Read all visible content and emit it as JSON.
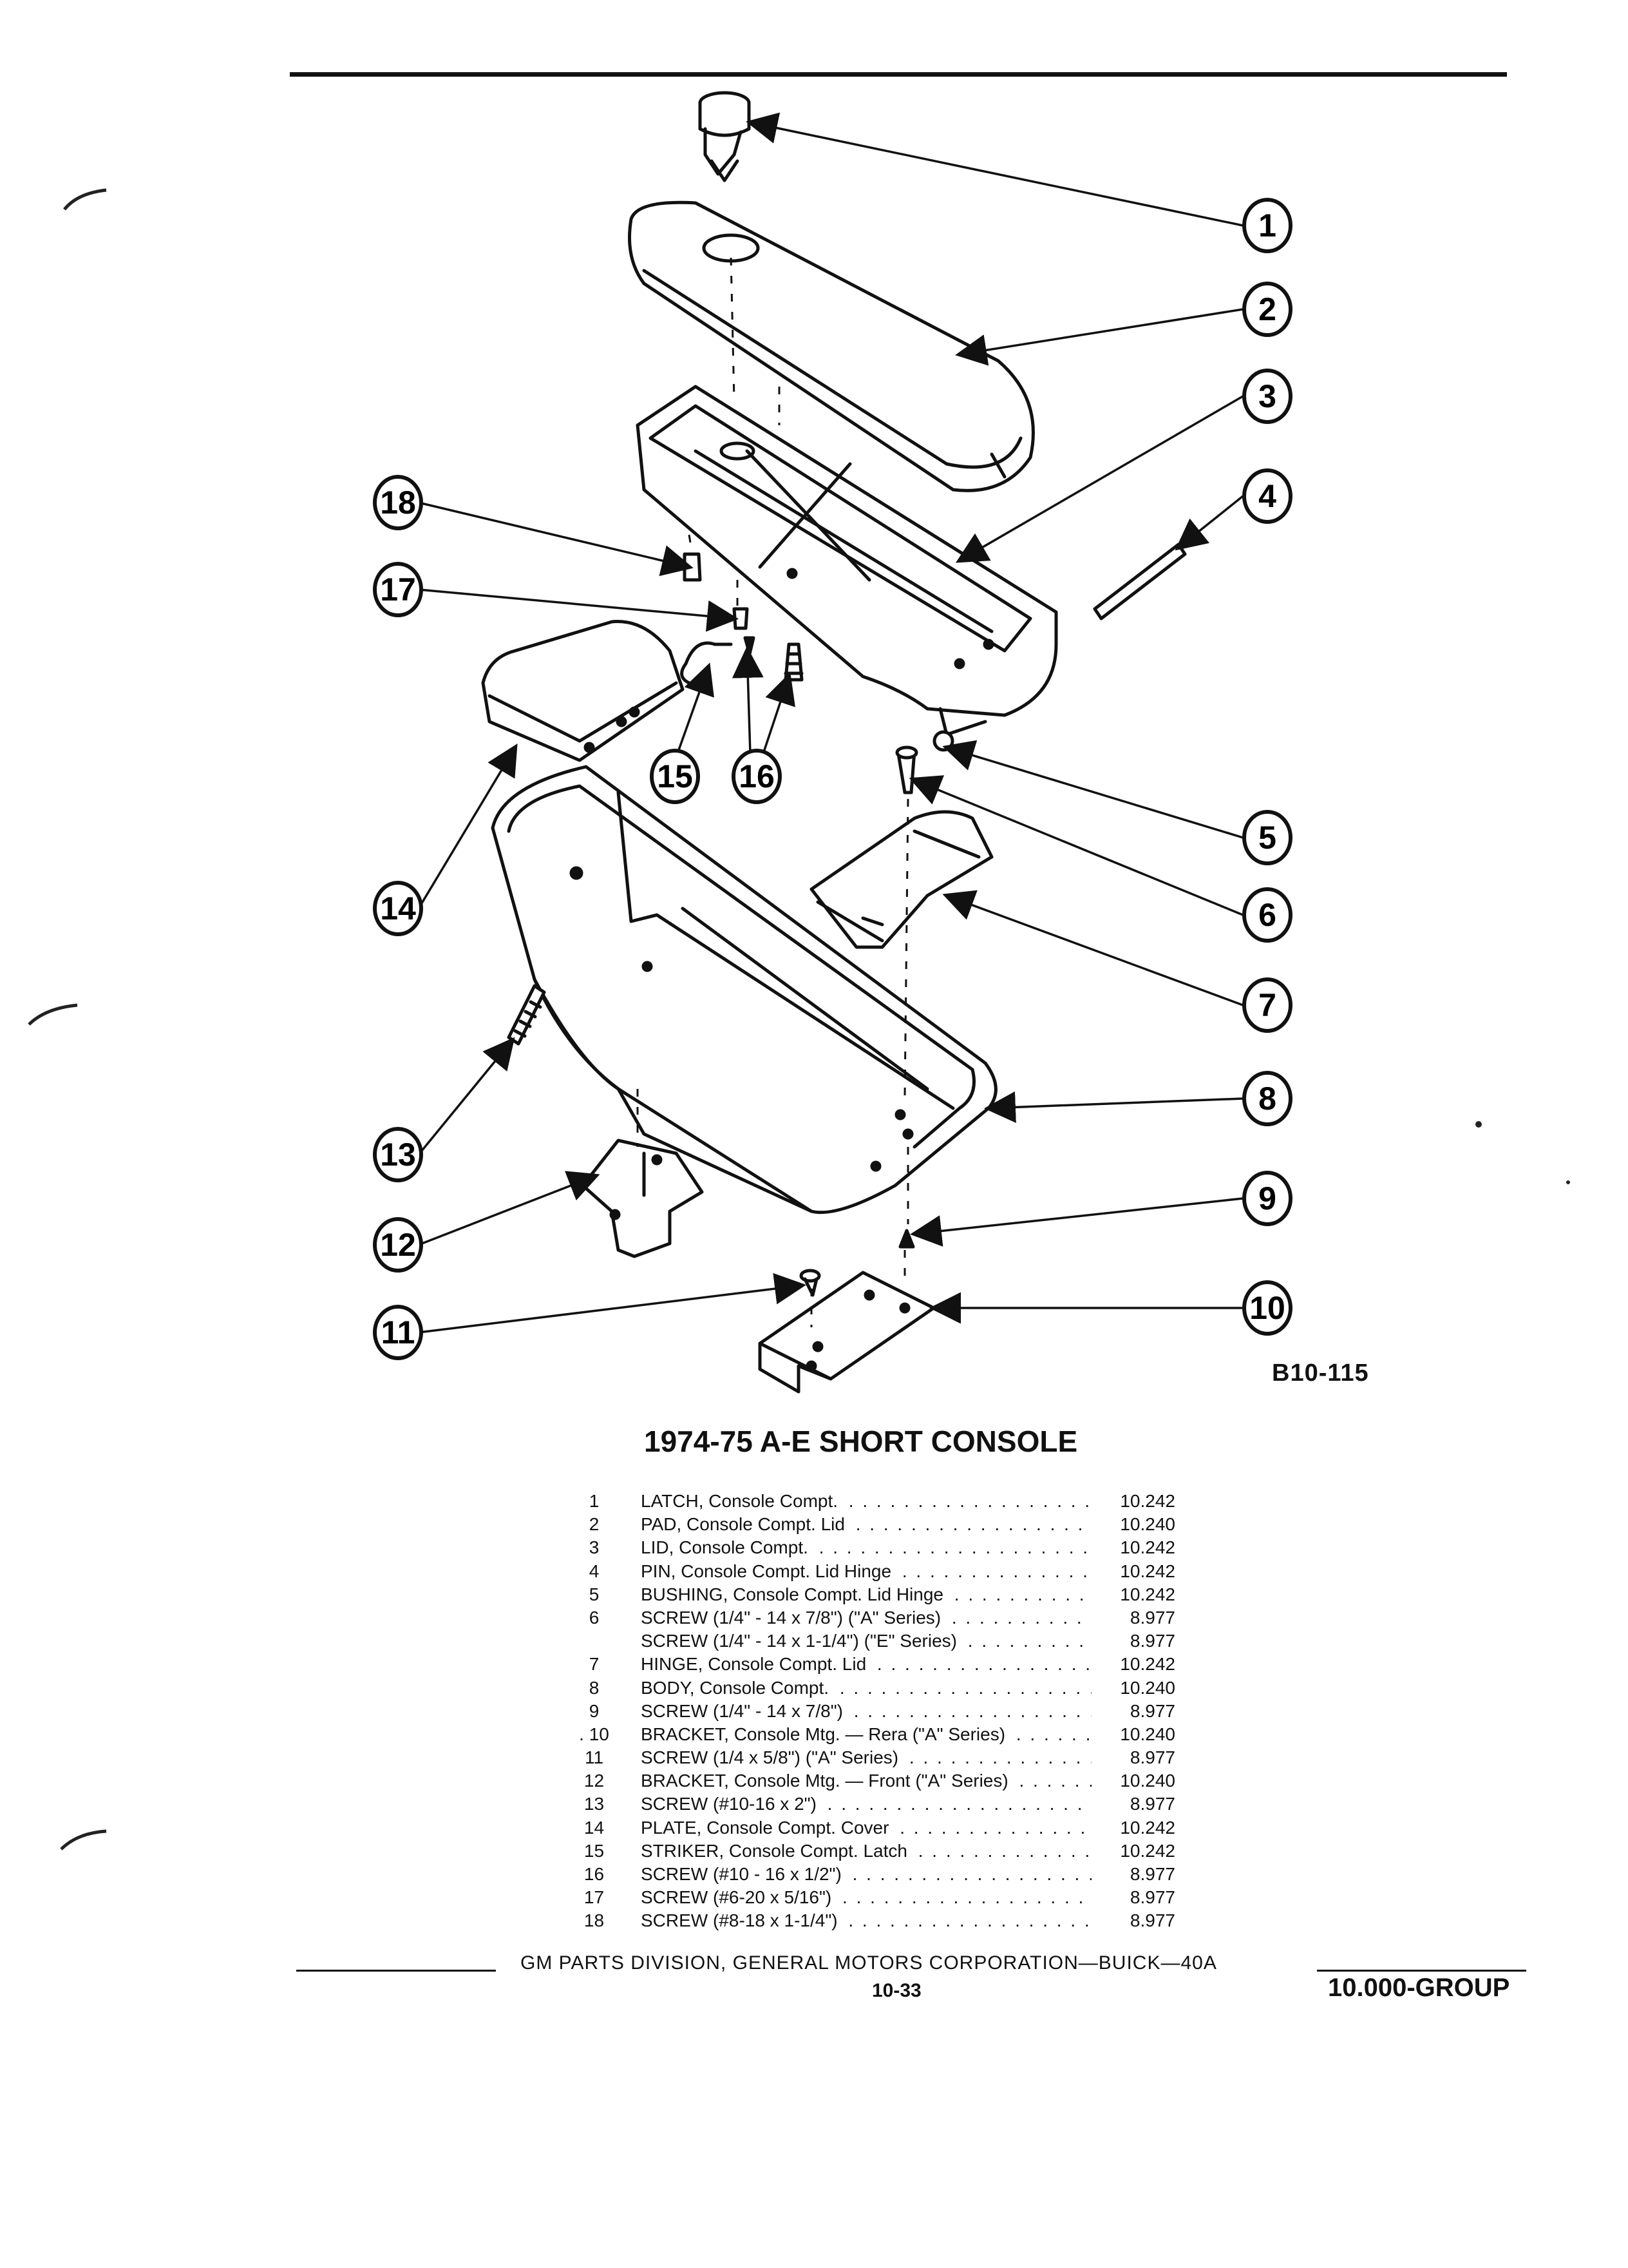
{
  "figure_code": "B10-115",
  "title": "1974-75 A-E SHORT CONSOLE",
  "callouts": [
    "1",
    "2",
    "3",
    "4",
    "5",
    "6",
    "7",
    "8",
    "9",
    "10",
    "11",
    "12",
    "13",
    "14",
    "15",
    "16",
    "17",
    "18"
  ],
  "parts": [
    {
      "num": "1",
      "desc": "LATCH, Console Compt.",
      "ref": "10.242"
    },
    {
      "num": "2",
      "desc": "PAD, Console Compt. Lid",
      "ref": "10.240"
    },
    {
      "num": "3",
      "desc": "LID, Console Compt.",
      "ref": "10.242"
    },
    {
      "num": "4",
      "desc": "PIN, Console Compt. Lid Hinge",
      "ref": "10.242"
    },
    {
      "num": "5",
      "desc": "BUSHING, Console Compt. Lid Hinge",
      "ref": "10.242"
    },
    {
      "num": "6",
      "desc": "SCREW (1/4\" - 14 x 7/8\") (\"A\" Series)",
      "ref": "8.977"
    },
    {
      "num": "",
      "desc": "SCREW (1/4\" - 14 x 1-1/4\") (\"E\" Series)",
      "ref": "8.977"
    },
    {
      "num": "7",
      "desc": "HINGE, Console Compt. Lid",
      "ref": "10.242"
    },
    {
      "num": "8",
      "desc": "BODY, Console Compt.",
      "ref": "10.240"
    },
    {
      "num": "9",
      "desc": "SCREW (1/4\" - 14 x 7/8\")",
      "ref": "8.977"
    },
    {
      "num": ". 10",
      "desc": "BRACKET, Console Mtg. — Rera (\"A\" Series)",
      "ref": "10.240"
    },
    {
      "num": "11",
      "desc": "SCREW (1/4 x 5/8\") (\"A\" Series)",
      "ref": "8.977"
    },
    {
      "num": "12",
      "desc": "BRACKET, Console Mtg. — Front (\"A\" Series)",
      "ref": "10.240"
    },
    {
      "num": "13",
      "desc": "SCREW (#10-16 x 2\")",
      "ref": "8.977"
    },
    {
      "num": "14",
      "desc": "PLATE, Console Compt. Cover",
      "ref": "10.242"
    },
    {
      "num": "15",
      "desc": "STRIKER, Console Compt. Latch",
      "ref": "10.242"
    },
    {
      "num": "16",
      "desc": "SCREW (#10 - 16 x 1/2\")",
      "ref": "8.977"
    },
    {
      "num": "17",
      "desc": "SCREW (#6-20 x 5/16\")",
      "ref": "8.977"
    },
    {
      "num": "18",
      "desc": "SCREW (#8-18 x 1-1/4\")",
      "ref": "8.977"
    }
  ],
  "footer": {
    "division": "GM PARTS DIVISION, GENERAL MOTORS CORPORATION—BUICK—40A",
    "page_number": "10-33",
    "group": "10.000-GROUP"
  }
}
